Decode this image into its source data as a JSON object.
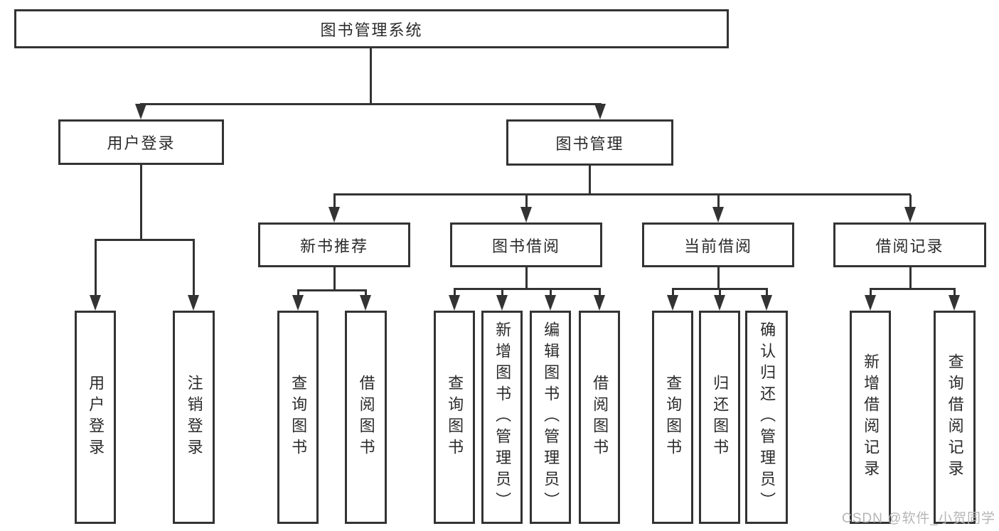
{
  "nodes": {
    "root": "图书管理系统",
    "user_login": "用户登录",
    "book_mgmt": "图书管理",
    "new_book_rec": "新书推荐",
    "book_borrow": "图书借阅",
    "current_borrow": "当前借阅",
    "borrow_record": "借阅记录",
    "leaf_user_login": "用户登录",
    "leaf_logout": "注销登录",
    "leaf_nb_query": "查询图书",
    "leaf_nb_borrow": "借阅图书",
    "leaf_bb_query": "查询图书",
    "leaf_bb_add": "新增图书（管理员）",
    "leaf_bb_edit": "编辑图书（管理员）",
    "leaf_bb_borrow": "借阅图书",
    "leaf_cb_query": "查询图书",
    "leaf_cb_return": "归还图书",
    "leaf_cb_confirm": "确认归还（管理员）",
    "leaf_br_add": "新增借阅记录",
    "leaf_br_query": "查询借阅记录"
  },
  "hierarchy": {
    "图书管理系统": {
      "用户登录": [
        "用户登录",
        "注销登录"
      ],
      "图书管理": {
        "新书推荐": [
          "查询图书",
          "借阅图书"
        ],
        "图书借阅": [
          "查询图书",
          "新增图书（管理员）",
          "编辑图书（管理员）",
          "借阅图书"
        ],
        "当前借阅": [
          "查询图书",
          "归还图书",
          "确认归还（管理员）"
        ],
        "借阅记录": [
          "新增借阅记录",
          "查询借阅记录"
        ]
      }
    }
  },
  "watermark": "CSDN @软件_小贺同学",
  "colors": {
    "line": "#333333",
    "text": "#2b2b2b",
    "watermark": "#b5b5b5",
    "background": "#ffffff"
  }
}
